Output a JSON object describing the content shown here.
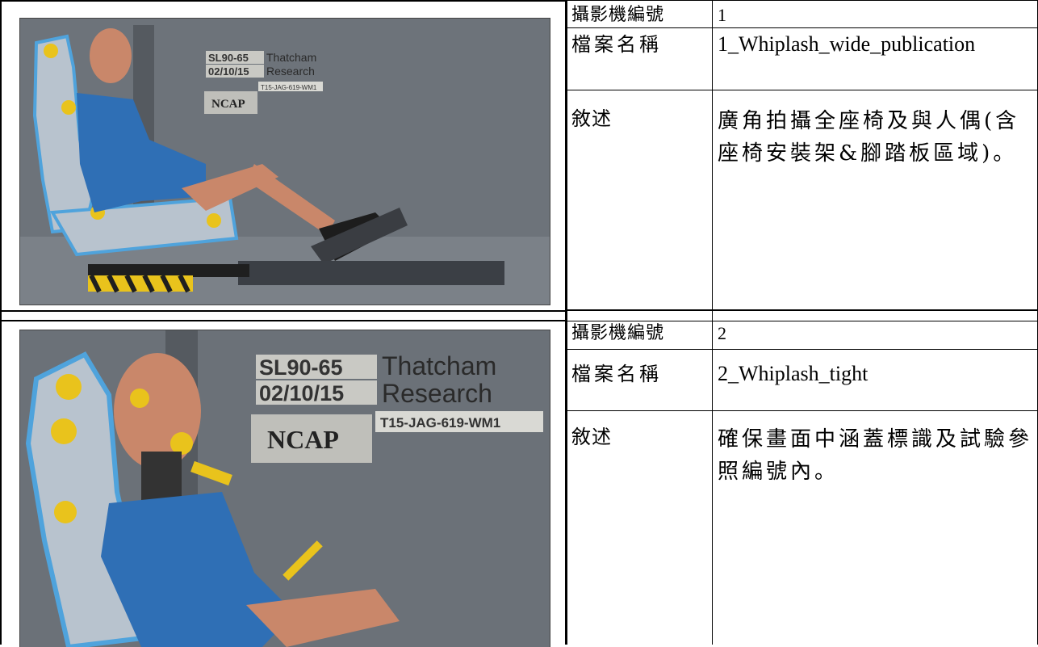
{
  "rows": [
    {
      "camera_label": "攝影機編號",
      "camera_value": "1",
      "file_label": "檔案名稱",
      "file_value": "1_Whiplash_wide_publication",
      "desc_label": "敘述",
      "desc_value": "廣角拍攝全座椅及與人偶(含座椅安裝架&腳踏板區域)。",
      "photo": {
        "plate_line1": "SL90-65",
        "plate_line2": "02/10/15",
        "brand_line1": "Thatcham",
        "brand_line2": "Research",
        "test_ref": "T15-JAG-619-WM1",
        "logo": "NCAP"
      }
    },
    {
      "camera_label": "攝影機編號",
      "camera_value": "2",
      "file_label": "檔案名稱",
      "file_value": "2_Whiplash_tight",
      "desc_label": "敘述",
      "desc_value": "確保畫面中涵蓋標識及試驗參照編號內。",
      "photo": {
        "plate_line1": "SL90-65",
        "plate_line2": "02/10/15",
        "brand_line1": "Thatcham",
        "brand_line2": "Research",
        "test_ref": "T15-JAG-619-WM1",
        "logo": "NCAP"
      }
    }
  ],
  "colors": {
    "wall": "#6b7178",
    "dummy_skin": "#c9876a",
    "shirt": "#2f6fb5",
    "seat": "#b8c3ce",
    "seat_trim": "#4fa3dc",
    "marker_yellow": "#e9c31c"
  }
}
